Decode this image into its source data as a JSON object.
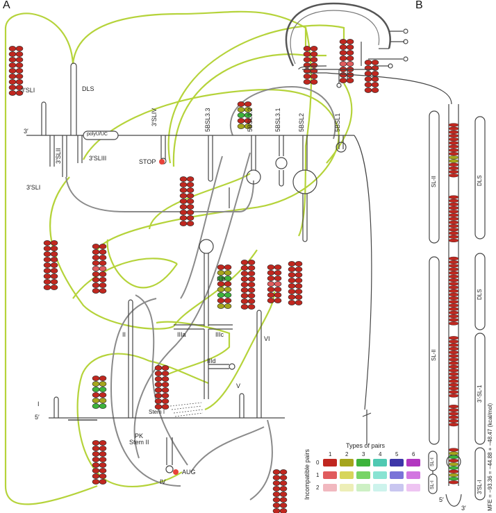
{
  "panels": {
    "a": "A",
    "b": "B"
  },
  "labels_a": {
    "dls": "DLS",
    "sli_top": "3′SLI",
    "three_prime": "3′",
    "polyu": "polyU/UC",
    "sliv": "3′SLIV",
    "bsl33": "5BSL3.3",
    "bsl32": "5BSL3.2",
    "bsl31": "5BSL3.1",
    "bsl2": "5BSL2",
    "bsl1": "5BSL1",
    "slii": "3′SLII",
    "sliii": "3′SLIII",
    "sli_bottom": "3′SLI",
    "stop": "STOP",
    "iiib": "IIIb",
    "iiia": "IIIa",
    "iiic": "IIIc",
    "iiid": "IIId",
    "ii": "II",
    "vi": "VI",
    "v": "V",
    "i": "I",
    "five_prime": "5′",
    "pk": "PK",
    "stem2": "Stem II",
    "stem1": "Stem I",
    "aug": "AUG",
    "iv": "IV"
  },
  "labels_b": {
    "sl2_top": "SL-II",
    "dls_top": "DLS",
    "sl2_mid": "SL-II",
    "dls_mid": "DLS",
    "sl1_3": "3′-SL-1",
    "slI_box1": "SL-I",
    "slI_box2": "SL-I",
    "sl1_bottom": "3′SL-I",
    "mfe": "MFE = −93.36 = −44.88 + −48.47 (kcal/mol)",
    "five": "5′",
    "three": "3′"
  },
  "legend": {
    "title_types": "Types of pairs",
    "title_incompat": "Incompatible pairs",
    "columns": [
      "1",
      "2",
      "3",
      "4",
      "5",
      "6"
    ],
    "rows": [
      "0",
      "1",
      "2"
    ],
    "colors": [
      [
        "#c0271f",
        "#a5a51c",
        "#3db33b",
        "#4fc9b2",
        "#3d36a8",
        "#b236c0"
      ],
      [
        "#e05b5d",
        "#d7d55a",
        "#78d465",
        "#88e3d2",
        "#7a73d8",
        "#d276e0"
      ],
      [
        "#f1b8bf",
        "#edeeb7",
        "#cdf0c4",
        "#cdf3ec",
        "#c9c6f0",
        "#eec4f2"
      ]
    ]
  },
  "colors": {
    "link_green": "#b5d33a",
    "link_gray": "#8a8a8a",
    "backbone": "#444444",
    "base_red": "#c0271f",
    "stop_dot": "#e8423a"
  }
}
